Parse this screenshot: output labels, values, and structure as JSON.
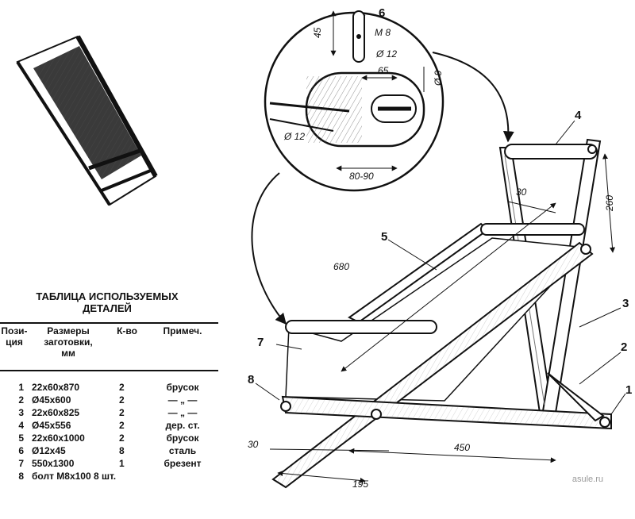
{
  "callouts": {
    "c1": "1",
    "c2": "2",
    "c3": "3",
    "c4": "4",
    "c5": "5",
    "c6": "6",
    "c7": "7",
    "c8": "8"
  },
  "dimensions": {
    "d45": "45",
    "dM8": "M 8",
    "dD12a": "Ø 12",
    "d65": "65",
    "d9": "Ø 9",
    "dD12b": "Ø 12",
    "d8090": "80-90",
    "d30top": "30",
    "d260": "260",
    "d680": "680",
    "d30bot": "30",
    "d450": "450",
    "d195": "195"
  },
  "table": {
    "title_line1": "ТАБЛИЦА ИСПОЛЬЗУЕМЫХ",
    "title_line2": "ДЕТАЛЕЙ",
    "headers": {
      "pos_line1": "Пози-",
      "pos_line2": "ция",
      "size_line1": "Размеры",
      "size_line2": "заготовки,",
      "size_line3": "мм",
      "qty": "К-во",
      "note": "Примеч."
    },
    "rows": [
      {
        "pos": "1",
        "size": "22x60x870",
        "qty": "2",
        "note": "брусок"
      },
      {
        "pos": "2",
        "size": "Ø45x600",
        "qty": "2",
        "note": "— „ —"
      },
      {
        "pos": "3",
        "size": "22x60x825",
        "qty": "2",
        "note": "— „ —"
      },
      {
        "pos": "4",
        "size": "Ø45x556",
        "qty": "2",
        "note": "дер. ст."
      },
      {
        "pos": "5",
        "size": "22x60x1000",
        "qty": "2",
        "note": "брусок"
      },
      {
        "pos": "6",
        "size": "Ø12x45",
        "qty": "8",
        "note": "сталь"
      },
      {
        "pos": "7",
        "size": "550x1300",
        "qty": "1",
        "note": "брезент"
      },
      {
        "pos": "8",
        "size": "болт М8х100 8 шт.",
        "qty": "",
        "note": ""
      }
    ]
  },
  "watermark": "asule.ru"
}
